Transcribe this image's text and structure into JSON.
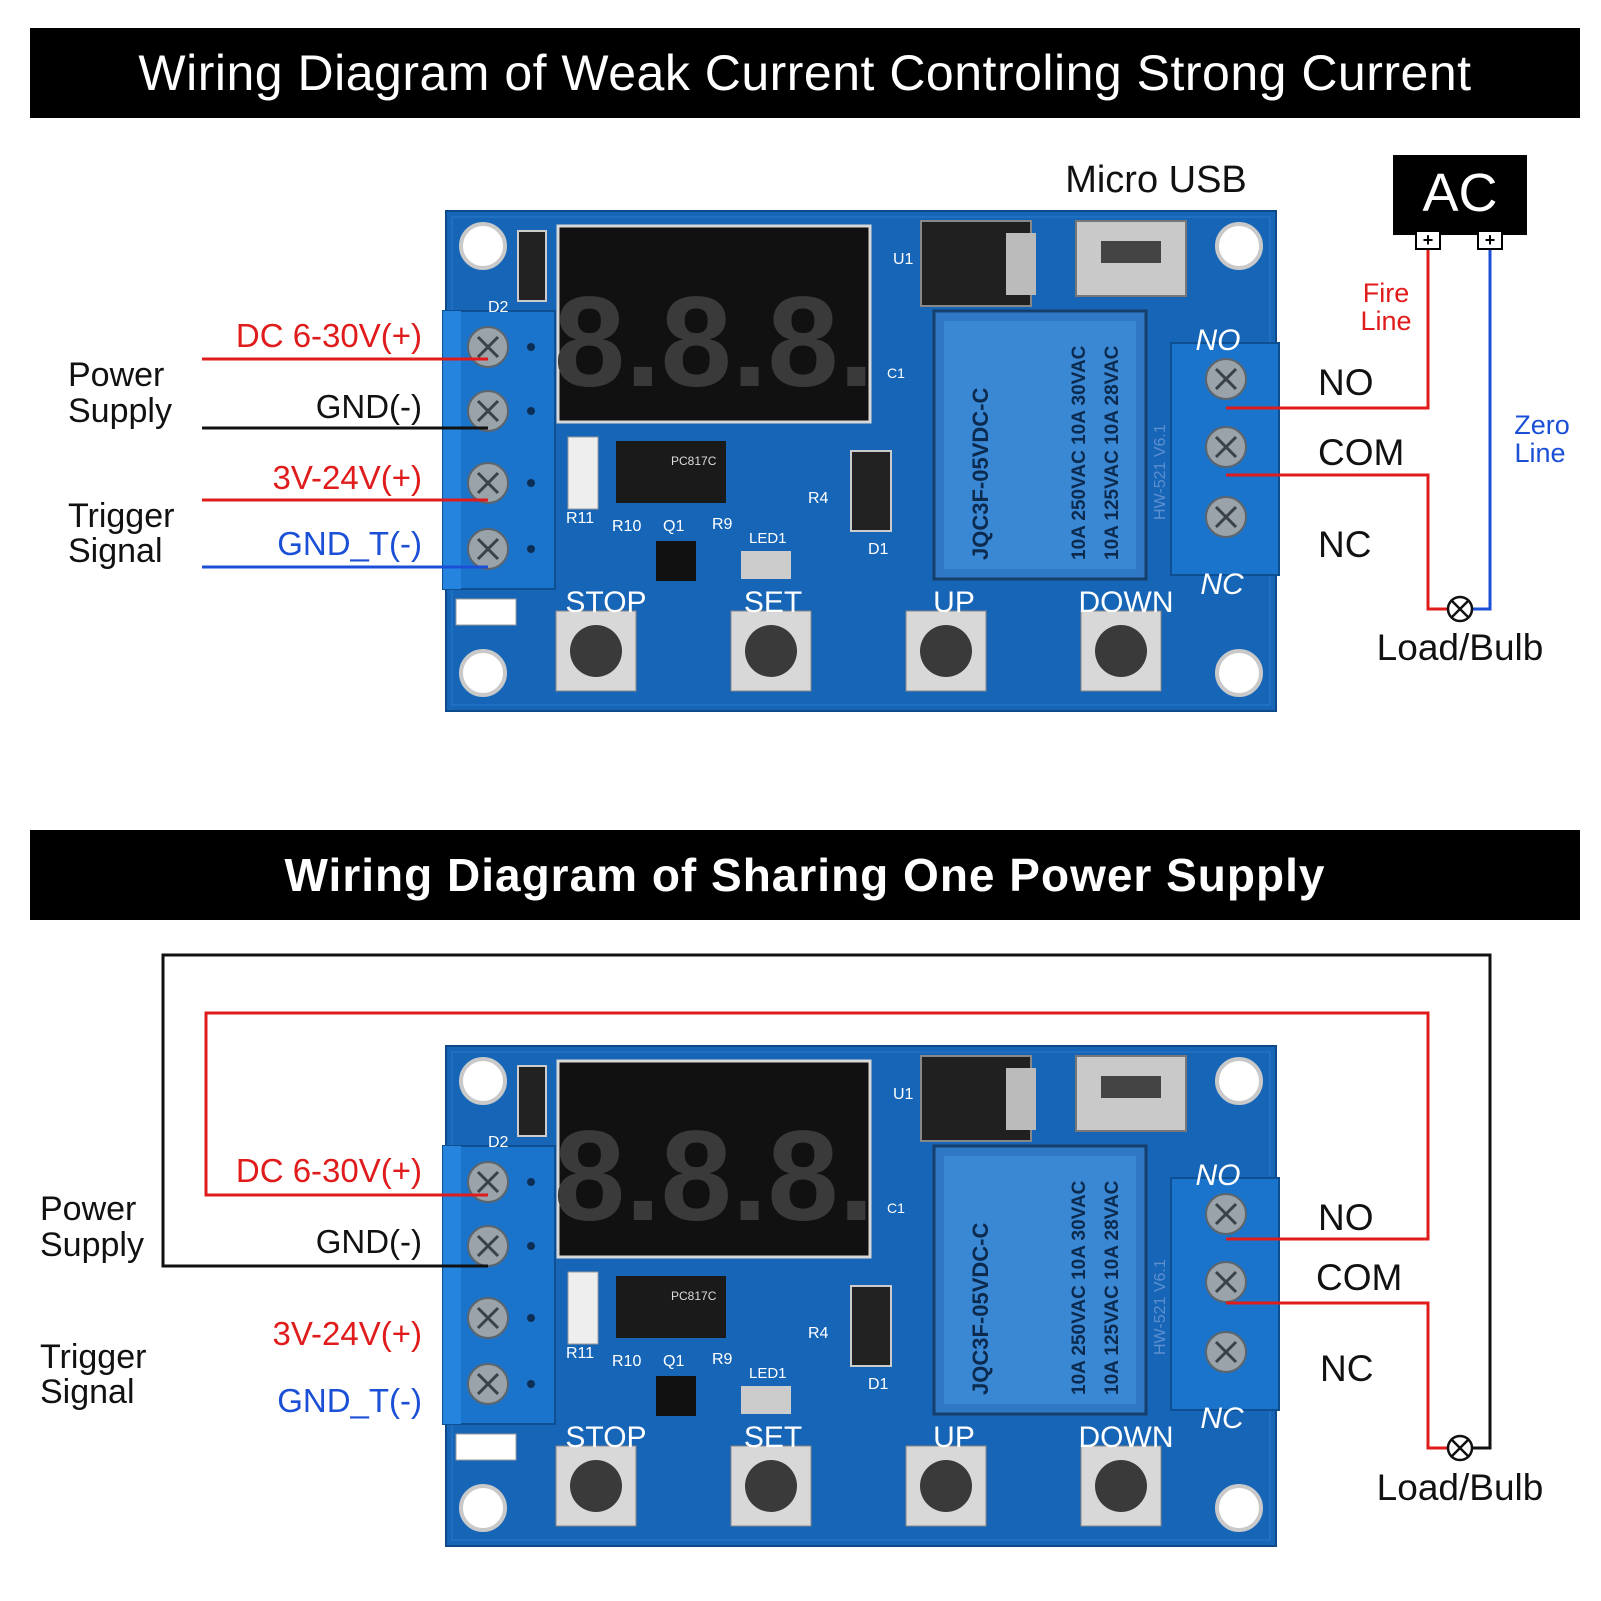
{
  "top_title": "Wiring Diagram of Weak Current Controling Strong Current",
  "bottom_title": "Wiring Diagram of Sharing One Power Supply",
  "colors": {
    "red": "#e01b1b",
    "blue": "#1a4fd6",
    "black": "#111111",
    "board": "#1767b8",
    "terminal": "#1a73c9"
  },
  "top": {
    "micro_usb": "Micro USB",
    "ac": "AC",
    "ac_plus_left": "+",
    "ac_plus_right": "+",
    "fire_line": [
      "Fire",
      "Line"
    ],
    "zero_line": [
      "Zero",
      "Line"
    ],
    "power_supply": [
      "Power",
      "Supply"
    ],
    "trigger_signal": [
      "Trigger",
      "Signal"
    ],
    "dc_pos": "DC 6-30V(+)",
    "gnd": "GND(-)",
    "trig_pos": "3V-24V(+)",
    "gnd_t": "GND_T(-)",
    "no": "NO",
    "com": "COM",
    "nc": "NC",
    "load": "Load/Bulb"
  },
  "bottom": {
    "power_supply": [
      "Power",
      "Supply"
    ],
    "trigger_signal": [
      "Trigger",
      "Signal"
    ],
    "dc_pos": "DC 6-30V(+)",
    "gnd": "GND(-)",
    "trig_pos": "3V-24V(+)",
    "gnd_t": "GND_T(-)",
    "no": "NO",
    "com": "COM",
    "nc": "NC",
    "load": "Load/Bulb"
  },
  "board": {
    "display": "8.8.8.",
    "buttons": [
      "STOP",
      "SET",
      "UP",
      "DOWN"
    ],
    "relay_model": "JQC3F-05VDC-C",
    "relay_ratings": [
      "10A 250VAC 10A 30VAC",
      "10A 125VAC 10A 28VAC"
    ],
    "pcb_model": "HW-521 V6.1",
    "silk_no": "NO",
    "silk_nc": "NC",
    "silk_labels": [
      "D2",
      "U1",
      "C1",
      "R11",
      "R10",
      "Q1",
      "R9",
      "LED1",
      "R4",
      "D1"
    ],
    "optocoupler": "PC817C"
  }
}
